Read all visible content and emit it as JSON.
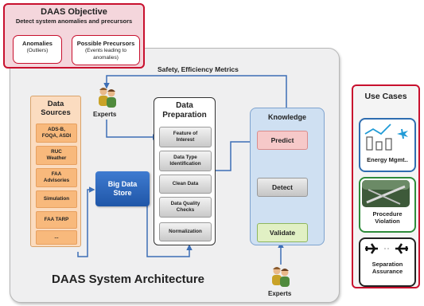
{
  "objective": {
    "title": "DAAS Objective",
    "subtitle": "Detect system anomalies and precursors",
    "anomalies": {
      "title": "Anomalies",
      "sub": "(Outliers)"
    },
    "precursors": {
      "title": "Possible Precursors",
      "sub_line1": "(Events leading to",
      "sub_line2": "anomalies)"
    }
  },
  "feedback_label": "Safety, Efficiency Metrics",
  "experts_top": "Experts",
  "experts_bottom": "Experts",
  "data_sources": {
    "title_line1": "Data",
    "title_line2": "Sources",
    "items": [
      {
        "line1": "ADS-B,",
        "line2": "FOQA, ASDI"
      },
      {
        "line1": "RUC",
        "line2": "Weather"
      },
      {
        "line1": "FAA",
        "line2": "Advisories"
      },
      {
        "line1": "Simulation",
        "line2": ""
      },
      {
        "line1": "FAA TARP",
        "line2": ""
      },
      {
        "line1": "...",
        "line2": ""
      }
    ]
  },
  "big_data_store": {
    "line1": "Big Data",
    "line2": "Store"
  },
  "data_preparation": {
    "title_line1": "Data",
    "title_line2": "Preparation",
    "items": [
      {
        "line1": "Feature of",
        "line2": "Interest"
      },
      {
        "line1": "Data Type",
        "line2": "Identification"
      },
      {
        "line1": "Clean Data",
        "line2": ""
      },
      {
        "line1": "Data Quality",
        "line2": "Checks"
      },
      {
        "line1": "Normalization",
        "line2": ""
      }
    ]
  },
  "knowledge": {
    "title": "Knowledge",
    "predict": "Predict",
    "detect": "Detect",
    "validate": "Validate"
  },
  "system_title": "DAAS System Architecture",
  "use_cases": {
    "title": "Use Cases",
    "items": [
      {
        "line1": "Energy Mgmt..",
        "line2": ""
      },
      {
        "line1": "Procedure",
        "line2": "Violation"
      },
      {
        "line1": "Separation",
        "line2": "Assurance"
      }
    ]
  },
  "colors": {
    "accent_red": "#c8102e",
    "source_orange": "#f8b97c",
    "store_blue": "#1f56a8",
    "arrow_blue": "#3d6fb6",
    "knowledge_blue": "#cfe0f2"
  }
}
